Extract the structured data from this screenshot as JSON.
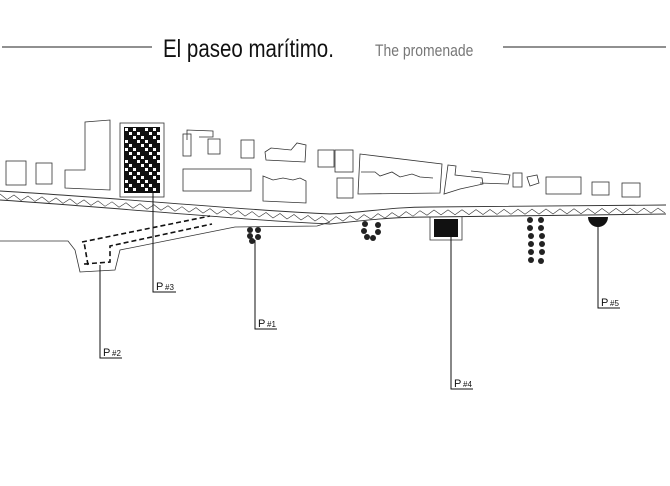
{
  "header": {
    "title": "El paseo marítimo.",
    "subtitle": "The promenade"
  },
  "points": [
    {
      "id": "p1",
      "prefix": "P",
      "num": "#1"
    },
    {
      "id": "p2",
      "prefix": "P",
      "num": "#2"
    },
    {
      "id": "p3",
      "prefix": "P",
      "num": "#3"
    },
    {
      "id": "p4",
      "prefix": "P",
      "num": "#4"
    },
    {
      "id": "p5",
      "prefix": "P",
      "num": "#5"
    }
  ],
  "colors": {
    "ink": "#111111",
    "subtitle": "#777777"
  }
}
